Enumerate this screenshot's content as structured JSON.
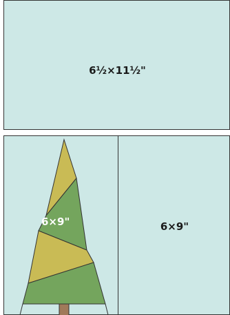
{
  "blocks": {
    "top": {
      "label": "6½×11½\""
    },
    "bottom_left": {
      "label": "6×9\""
    },
    "bottom_right": {
      "label": "6×9\""
    }
  },
  "colors": {
    "background": "#cde8e6",
    "border": "#333333",
    "tree_light": "#c9bb55",
    "tree_dark": "#74a55d",
    "trunk": "#a07a5a"
  }
}
